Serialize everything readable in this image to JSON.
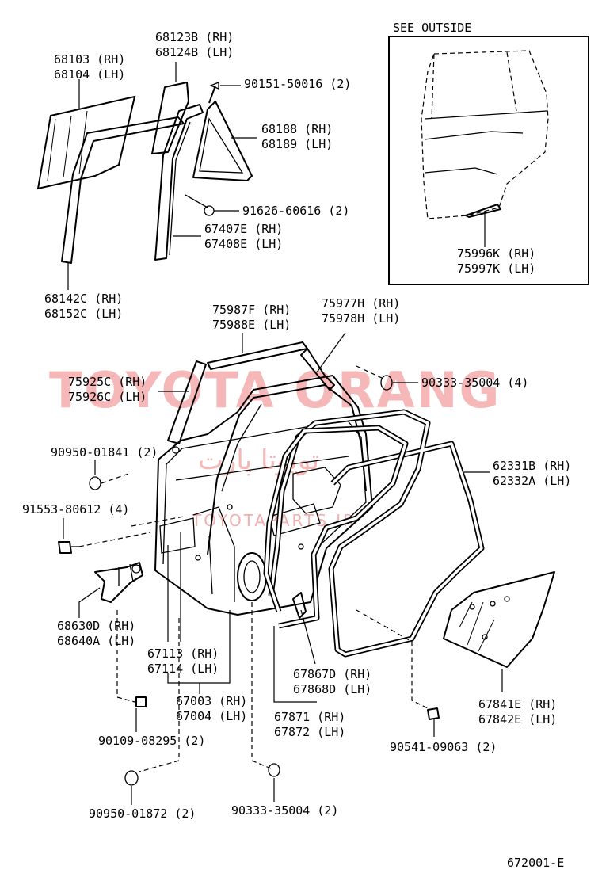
{
  "inset": {
    "title": "SEE  OUTSIDE"
  },
  "watermark": {
    "main": "TOYOTA ORANG",
    "fa": "تویوتا پارت",
    "site": "TOYOTAPARTS.IR"
  },
  "diagram_code": "672001-E",
  "labels": {
    "p68103": {
      "l1": "68103 (RH)",
      "l2": "68104 (LH)"
    },
    "p68123": {
      "l1": "68123B (RH)",
      "l2": "68124B (LH)"
    },
    "p90151": {
      "l1": "90151-50016 (2)"
    },
    "p68188": {
      "l1": "68188 (RH)",
      "l2": "68189 (LH)"
    },
    "p91626": {
      "l1": "91626-60616 (2)"
    },
    "p67407": {
      "l1": "67407E (RH)",
      "l2": "67408E (LH)"
    },
    "p68142": {
      "l1": "68142C (RH)",
      "l2": "68152C (LH)"
    },
    "p75996": {
      "l1": "75996K (RH)",
      "l2": "75997K (LH)"
    },
    "p75987": {
      "l1": "75987F (RH)",
      "l2": "75988E (LH)"
    },
    "p75977": {
      "l1": "75977H (RH)",
      "l2": "75978H (LH)"
    },
    "p75925": {
      "l1": "75925C (RH)",
      "l2": "75926C (LH)"
    },
    "p90333a": {
      "l1": "90333-35004 (4)"
    },
    "p90950a": {
      "l1": "90950-01841 (2)"
    },
    "p62331": {
      "l1": "62331B (RH)",
      "l2": "62332A (LH)"
    },
    "p91553": {
      "l1": "91553-80612 (4)"
    },
    "p68630": {
      "l1": "68630D (RH)",
      "l2": "68640A (LH)"
    },
    "p67113": {
      "l1": "67113 (RH)",
      "l2": "67114 (LH)"
    },
    "p67867": {
      "l1": "67867D (RH)",
      "l2": "67868D (LH)"
    },
    "p67003": {
      "l1": "67003 (RH)",
      "l2": "67004 (LH)"
    },
    "p67871": {
      "l1": "67871 (RH)",
      "l2": "67872 (LH)"
    },
    "p67841": {
      "l1": "67841E (RH)",
      "l2": "67842E (LH)"
    },
    "p90109": {
      "l1": "90109-08295 (2)"
    },
    "p90541": {
      "l1": "90541-09063 (2)"
    },
    "p90950b": {
      "l1": "90950-01872 (2)"
    },
    "p90333b": {
      "l1": "90333-35004 (2)"
    }
  }
}
